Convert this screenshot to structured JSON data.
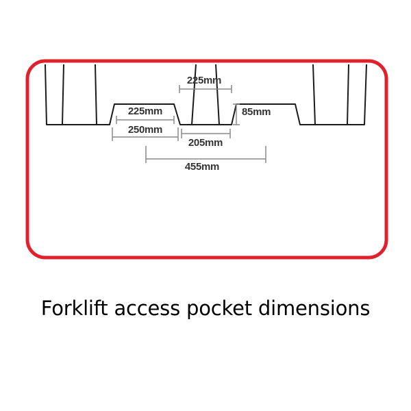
{
  "caption": "Forklift access pocket dimensions",
  "dimensions": {
    "top_center_pocket": "225mm",
    "left_pocket_inner": "225mm",
    "left_pocket_outer": "250mm",
    "center_block": "205mm",
    "pocket_height": "85mm",
    "pocket_spacing": "455mm"
  },
  "colors": {
    "frame": "#e0202a",
    "outline": "#1a1a1a",
    "dimension_line": "#888888",
    "text": "#333333"
  }
}
